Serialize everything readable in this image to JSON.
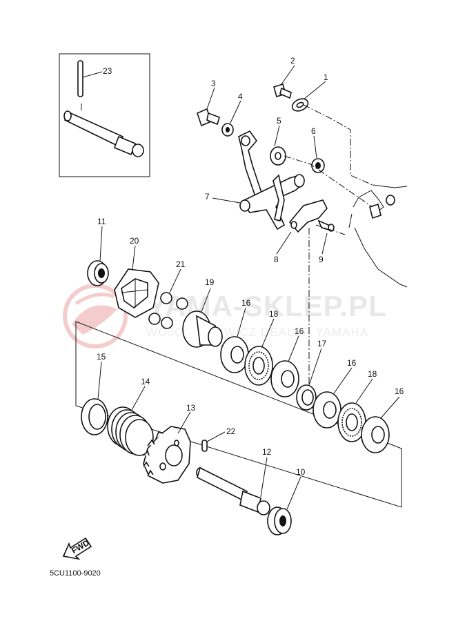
{
  "watermark": {
    "title": "YAMA-SKLEP.PL",
    "subtitle": "WOJCIECHOWICZ DEALER YAMAHA"
  },
  "diagram_code": "5CU1100-9020",
  "direction_label": "FWD",
  "callouts": {
    "c1": "1",
    "c2": "2",
    "c3": "3",
    "c4": "4",
    "c5": "5",
    "c6": "6",
    "c7": "7",
    "c8": "8",
    "c9": "9",
    "c10": "10",
    "c11": "11",
    "c12": "12",
    "c13": "13",
    "c14": "14",
    "c15": "15",
    "c16a": "16",
    "c16b": "16",
    "c16c": "16",
    "c16d": "16",
    "c17": "17",
    "c18a": "18",
    "c18b": "18",
    "c19": "19",
    "c20": "20",
    "c21": "21",
    "c22": "22",
    "c23": "23"
  }
}
